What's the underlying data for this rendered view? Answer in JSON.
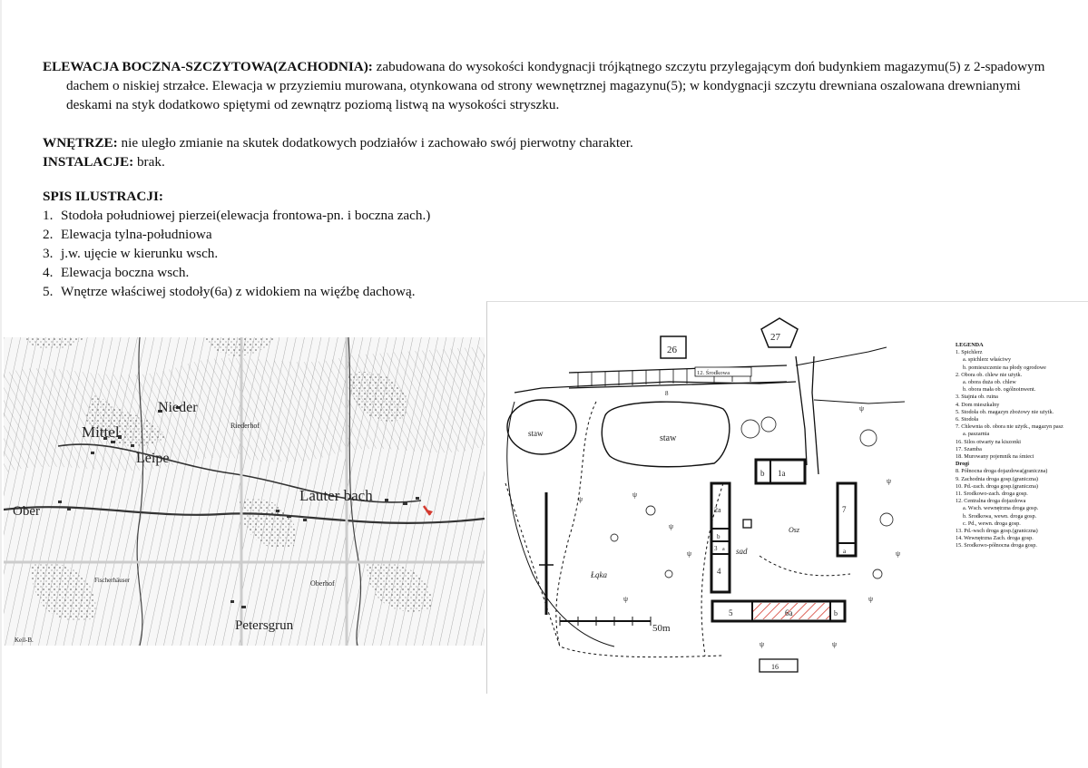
{
  "document": {
    "elevation_heading": "ELEWACJA BOCZNA-SZCZYTOWA(ZACHODNIA):",
    "elevation_text_1": " zabudowana do wysokości kondygnacji trójkątnego szczytu przylegającym doń budynkiem magazymu(5) z 2-spadowym dachem o niskiej strzałce. Elewacja w przyziemiu murowana, otynkowana od strony wewnętrznej magazynu(5); w kondygnacji szczytu drewniana oszalowana drewnianymi deskami na styk dodatkowo spiętymi od zewnątrz poziomą listwą na wysokości stryszku.",
    "interior_heading": "WNĘTRZE:",
    "interior_text": " nie uległo zmianie na skutek dodatkowych podziałów i zachowało swój pierwotny charakter.",
    "install_heading": "INSTALACJE:",
    "install_text": " brak.",
    "illustrations_heading": "SPIS ILUSTRACJI:",
    "illustrations": [
      {
        "num": "1.",
        "text": "Stodoła południowej pierzei(elewacja frontowa-pn. i boczna zach.)"
      },
      {
        "num": "2.",
        "text": "Elewacja tylna-południowa"
      },
      {
        "num": "3.",
        "text": "j.w. ujęcie w kierunku wsch."
      },
      {
        "num": "4.",
        "text": "Elewacja boczna wsch."
      },
      {
        "num": "5.",
        "text": "Wnętrze właściwej stodoły(6a) z widokiem na więźbę dachową."
      }
    ]
  },
  "topo_map": {
    "labels": {
      "mittel": "Mittel",
      "nieder": "Nieder",
      "leipe": "Leipe",
      "ober": "Ober",
      "lauterbach": "Lauter bach",
      "petersgrun": "Petersgrun",
      "riederhof": "Riederhof",
      "oberhof": "Oberhof",
      "fischerhauser": "Fischerhäuser",
      "keil": "Keil-B."
    }
  },
  "site_plan": {
    "north_labels": {
      "n26": "26",
      "n27": "27"
    },
    "labels": {
      "staw_left": "staw",
      "staw_main": "staw",
      "sad": "sad",
      "osz": "Osz",
      "laka": "Łąka",
      "scale": "50m",
      "road_label": "12. Środkowa",
      "number_16": "16",
      "number_8": "8"
    },
    "buildings": {
      "b1a": "1a",
      "b1b": "b",
      "b2a": "2a",
      "b2b": "b",
      "b3": "3",
      "b3a": "a",
      "b4": "4",
      "b5": "5",
      "b6a": "6a",
      "b6b": "b",
      "b7": "7",
      "b7a": "a"
    },
    "hatch_color": "#d43a2f",
    "legend": {
      "title": "LEGENDA",
      "lines": [
        {
          "t": "1. Spichlerz",
          "sub": false
        },
        {
          "t": "a. spichlerz właściwy",
          "sub": true
        },
        {
          "t": "b. pomieszczenie na płody ogrodowe",
          "sub": true
        },
        {
          "t": "2. Obora ob. chlew nie użytk.",
          "sub": false
        },
        {
          "t": "a. obora duża ob. chlew",
          "sub": true
        },
        {
          "t": "b. obora mała ob. ogólnoinwent.",
          "sub": true
        },
        {
          "t": "3. Stajnia ob. ruina",
          "sub": false
        },
        {
          "t": "4. Dom mieszkalny",
          "sub": false
        },
        {
          "t": "5. Stodoła ob. magazyn zbożowy nie użytk.",
          "sub": false
        },
        {
          "t": "6. Stodoła",
          "sub": false
        },
        {
          "t": "7. Chlewnia ob. obora nie użytk., magazyn pasz",
          "sub": false
        },
        {
          "t": "a. paszarnia",
          "sub": true
        },
        {
          "t": "16. Silos otwarty na kiszonki",
          "sub": false
        },
        {
          "t": "17. Szamba",
          "sub": false
        },
        {
          "t": "18. Murowany pojemnik na śmieci",
          "sub": false
        },
        {
          "t": "Drogi",
          "sub": false,
          "bold": true
        },
        {
          "t": "8. Północna droga dojazdowa(graniczna)",
          "sub": false
        },
        {
          "t": "9. Zachodnia droga gosp.(graniczna)",
          "sub": false
        },
        {
          "t": "10. Pd.-zach. droga gosp.(graniczna)",
          "sub": false
        },
        {
          "t": "11. Środkowo-zach. droga gosp.",
          "sub": false
        },
        {
          "t": "12. Centralna droga dojazdowa",
          "sub": false
        },
        {
          "t": "a. Wsch. wewnętrzna droga gosp.",
          "sub": true
        },
        {
          "t": "b. Środkowa, wewn. droga gosp.",
          "sub": true
        },
        {
          "t": "c. Pd., wewn. droga gosp.",
          "sub": true
        },
        {
          "t": "13. Pd.-wsch droga gosp.(graniczna)",
          "sub": false
        },
        {
          "t": "14. Wewnętrzna Zach. droga gosp.",
          "sub": false
        },
        {
          "t": "15. Środkowo-północna droga gosp.",
          "sub": false
        }
      ]
    }
  }
}
